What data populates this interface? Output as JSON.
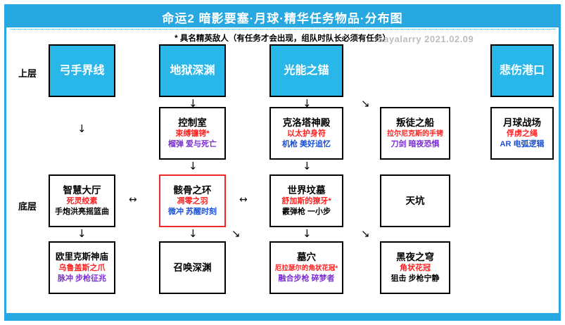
{
  "header": {
    "title": "命运2 暗影要塞·月球·精华任务物品·分布图",
    "note": "* 具名精英敌人（有任务才会出现，组队时队长必须有任务）",
    "watermark": "Sayalarry 2021.02.09"
  },
  "side_labels": {
    "top": "上层",
    "bottom": "底层"
  },
  "colors": {
    "accent": "#28a8e0",
    "box_cyan": "#29b6e8",
    "red": "#ff2020",
    "blue": "#1a4fd6",
    "purple": "#7b2fd4",
    "highlight_border": "#ef2929"
  },
  "nodes": [
    {
      "id": "archer",
      "title": "弓手界线",
      "lines": []
    },
    {
      "id": "hellmouth",
      "title": "地狱深渊",
      "lines": []
    },
    {
      "id": "anchor",
      "title": "光能之锚",
      "lines": []
    },
    {
      "id": "sorrows",
      "title": "悲伤港口",
      "lines": []
    },
    {
      "id": "control",
      "title": "控制室",
      "lines": [
        {
          "text": "束缚镰铐*",
          "color": "red"
        },
        {
          "text": "榴弹 爱与死亡",
          "color": "purple"
        }
      ]
    },
    {
      "id": "crota",
      "title": "克洛塔神殿",
      "lines": [
        {
          "text": "以太护身符",
          "color": "red"
        },
        {
          "text": "机枪 美好追忆",
          "color": "blue"
        }
      ]
    },
    {
      "id": "traitor",
      "title": "叛徒之船",
      "lines": [
        {
          "text": "拉尔尼克斯的手铐",
          "color": "red"
        },
        {
          "text": "刀剑 暗夜恐惧",
          "color": "purple"
        }
      ]
    },
    {
      "id": "moonbattle",
      "title": "月球战场",
      "lines": [
        {
          "text": "俘虏之绳",
          "color": "red"
        },
        {
          "text": "AR 电弧逻辑",
          "color": "blue"
        }
      ]
    },
    {
      "id": "wisdom",
      "title": "智慧大厅",
      "lines": [
        {
          "text": "死灵绞素",
          "color": "red"
        },
        {
          "text": "手炮洪亮摇篮曲",
          "color": "black"
        }
      ]
    },
    {
      "id": "bones",
      "title": "骸骨之环",
      "lines": [
        {
          "text": "凋零之羽",
          "color": "red"
        },
        {
          "text": "微冲 苏醒时刻",
          "color": "blue"
        }
      ]
    },
    {
      "id": "worldtomb",
      "title": "世界坟墓",
      "lines": [
        {
          "text": "舒加斯的獠牙*",
          "color": "red"
        },
        {
          "text": "霰弹枪 一小步",
          "color": "black"
        }
      ]
    },
    {
      "id": "pit",
      "title": "天坑",
      "lines": []
    },
    {
      "id": "eurys",
      "title": "欧里克斯神庙",
      "lines": [
        {
          "text": "乌鲁盖斯之爪",
          "color": "red"
        },
        {
          "text": "脉冲 步枪征兆",
          "color": "purple"
        }
      ]
    },
    {
      "id": "summon",
      "title": "召唤深渊",
      "lines": []
    },
    {
      "id": "tomb",
      "title": "墓穴",
      "lines": [
        {
          "text": "厄拉瑟尔的角状花冠*",
          "color": "red"
        },
        {
          "text": "融合步枪 碎梦者",
          "color": "purple"
        }
      ]
    },
    {
      "id": "darknight",
      "title": "黑夜之穹",
      "lines": [
        {
          "text": "角状花冠",
          "color": "red"
        },
        {
          "text": "狙击 步枪宁静",
          "color": "black"
        }
      ]
    }
  ],
  "connectors": {
    "down_arrow": "↓",
    "left_right_arrow": "↔",
    "diag_arrow": "↘"
  }
}
